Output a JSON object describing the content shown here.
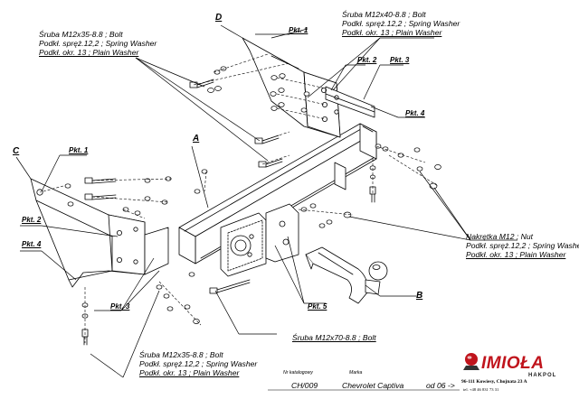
{
  "callouts": {
    "d_top": {
      "lines": [
        "Śruba M12x35-8.8 ;  Bolt",
        "Podkł. spręż.12,2 ; Spring Washer",
        "Podkł. okr. 13 ; Plain Washer"
      ]
    },
    "tr_top": {
      "lines": [
        "Śruba M12x40-8.8 ;  Bolt",
        "Podkł. spręż.12,2 ; Spring Washer",
        "Podkł. okr. 13 ; Plain Washer"
      ]
    },
    "nut_right": {
      "lines": [
        "Nakrętka  M12 ; Nut",
        "Podkł. spręż.12,2 ; Spring Washer",
        "Podkł. okr. 13 ; Plain Washer"
      ]
    },
    "bottom_left": {
      "lines": [
        "Śruba M12x35-8.8 ;  Bolt",
        "Podkł. spręż.12,2 ; Spring Washer",
        "Podkł. okr. 13 ; Plain Washer"
      ]
    },
    "bottom_mid": "Śruba M12x70-8.8 ;  Bolt"
  },
  "parts": {
    "pkt1_top": "Pkt. 1",
    "pkt2_top": "Pkt. 2",
    "pkt3_top": "Pkt. 3",
    "pkt4_right": "Pkt. 4",
    "pkt1_left": "Pkt. 1",
    "pkt2_left": "Pkt. 2",
    "pkt4_left": "Pkt. 4",
    "pkt3_bottom": "Pkt. 3",
    "pkt5": "Pkt. 5"
  },
  "letters": {
    "a": "A",
    "b": "B",
    "c": "C",
    "d": "D"
  },
  "footer": {
    "catalog_label": "Nr katalogowy",
    "catalog_number": "CH/009",
    "make_label": "Marka",
    "model": "Chevrolet Captiva",
    "year": "od 06 ->"
  },
  "brand": {
    "name": "IMIOŁA",
    "sub": "HAKPOL",
    "address": "96-111 Kowiesy, Chojnata 23 A",
    "phone": "tel. +48 46 831 73 31",
    "logo_icon": "hakpol-ball-logo-icon",
    "color": "#c0141c"
  }
}
